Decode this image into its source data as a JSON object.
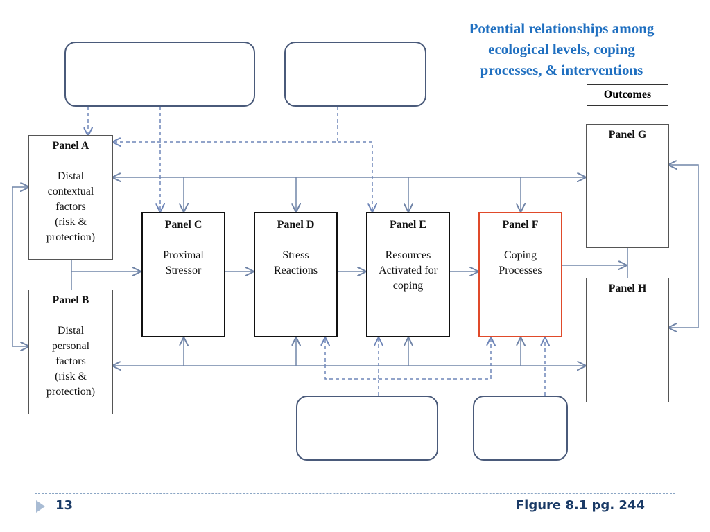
{
  "title": {
    "lines": [
      "Potential relationships among",
      "ecological levels, coping",
      "processes, & interventions"
    ]
  },
  "outcomes_label": "Outcomes",
  "panels": {
    "a": {
      "title": "Panel A",
      "lines": [
        "Distal",
        "contextual",
        "factors",
        "(risk &",
        "protection)"
      ]
    },
    "b": {
      "title": "Panel B",
      "lines": [
        "Distal",
        "personal",
        "factors",
        "(risk &",
        "protection)"
      ]
    },
    "c": {
      "title": "Panel C",
      "lines": [
        "Proximal",
        "Stressor"
      ]
    },
    "d": {
      "title": "Panel D",
      "lines": [
        "Stress",
        "Reactions"
      ]
    },
    "e": {
      "title": "Panel E",
      "lines": [
        "Resources",
        "Activated for",
        "coping"
      ]
    },
    "f": {
      "title": "Panel F",
      "lines": [
        "Coping",
        "Processes"
      ]
    },
    "g": {
      "title": "Panel G",
      "lines": []
    },
    "h": {
      "title": "Panel H",
      "lines": []
    }
  },
  "colors": {
    "title": "#1f6fc0",
    "connector": "#7185a8",
    "dashed_connector": "#6f86b8",
    "highlight_border": "#e04a2a",
    "intervention_border": "#4a5a7a"
  },
  "footer": {
    "slide_number": "13",
    "reference": "Figure 8.1 pg. 244"
  }
}
